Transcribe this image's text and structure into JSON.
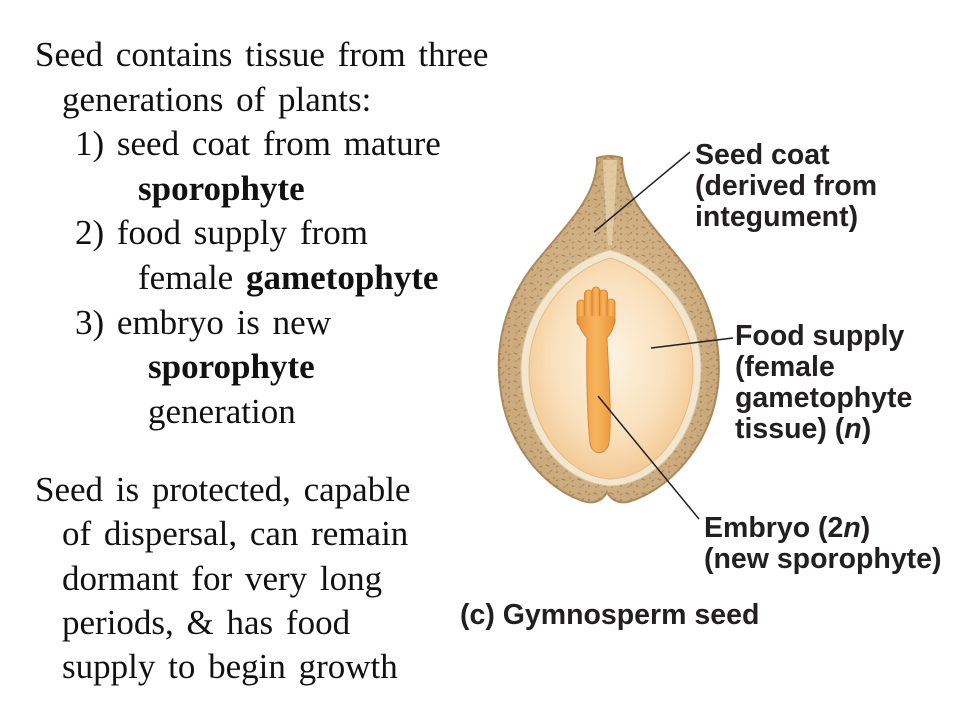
{
  "slide": {
    "left_text": {
      "paragraph_1": {
        "line_1": "Seed contains tissue from three",
        "line_2": "generations of plants:",
        "item_1": {
          "text": "1) seed coat from mature",
          "emphasis": "sporophyte"
        },
        "item_2": {
          "text": "2) food supply from",
          "prefix": "female",
          "emphasis": "gametophyte"
        },
        "item_3": {
          "text": "3) embryo is new",
          "emphasis": "sporophyte",
          "suffix": "generation"
        }
      },
      "paragraph_2": {
        "lines": [
          "Seed is protected, capable",
          "of dispersal, can remain",
          "dormant for very long",
          "periods, & has food",
          "supply to begin growth"
        ]
      }
    },
    "diagram": {
      "labels": {
        "seed_coat": {
          "lines": [
            "Seed coat",
            "(derived from",
            "integument)"
          ]
        },
        "food_supply": {
          "lines": [
            "Food supply",
            "(female",
            "gametophyte"
          ],
          "last_line": {
            "before": "tissue) (",
            "italic": "n",
            "after": ")"
          }
        },
        "embryo": {
          "first_line": {
            "before": "Embryo (2",
            "italic": "n",
            "after": ")"
          },
          "lines": [
            "(new sporophyte)"
          ]
        }
      },
      "caption": "(c) Gymnosperm seed",
      "colors": {
        "background": "#ffffff",
        "text": "#111111",
        "label_text": "#231f20",
        "seed_coat": "#cdac80",
        "seed_coat_speckle": "#8f6b44",
        "food_supply": "#f7dbb2",
        "embryo": "#f2a145",
        "leader_line": "#231f20"
      }
    }
  }
}
